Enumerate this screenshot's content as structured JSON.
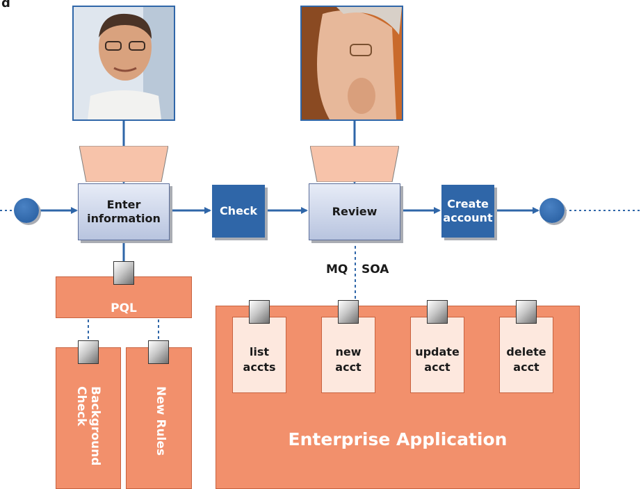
{
  "corner_label": "d",
  "tasks": {
    "enter": "Enter information",
    "review": "Review"
  },
  "services": {
    "check": "Check",
    "create": "Create account"
  },
  "pql": {
    "label": "PQL"
  },
  "pql_children": [
    "Background Check",
    "New Rules"
  ],
  "protocols": {
    "mq": "MQ",
    "soa": "SOA"
  },
  "enterprise": {
    "title": "Enterprise Application",
    "operations": [
      "list accts",
      "new acct",
      "update acct",
      "delete acct"
    ]
  },
  "colors": {
    "blue": "#2f66a8",
    "orange": "#f2906c",
    "peach": "#fde8de",
    "trap": "#f7c3aa"
  }
}
